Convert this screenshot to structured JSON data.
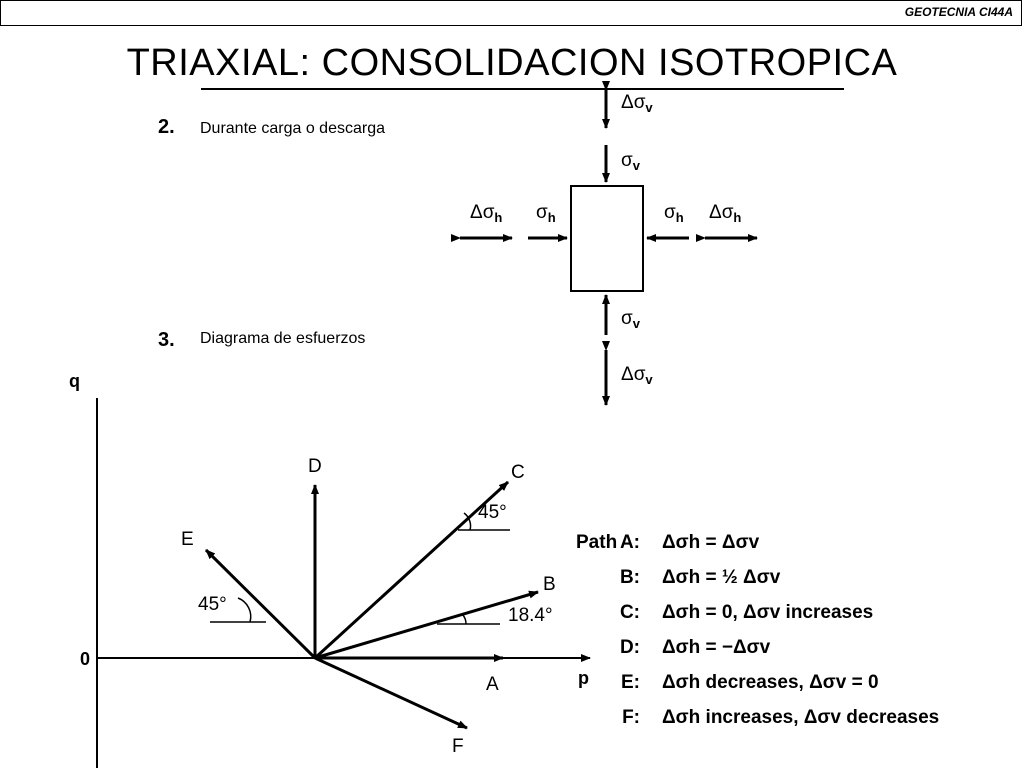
{
  "header": {
    "course": "GEOTECNIA CI44A"
  },
  "title": "TRIAXIAL: CONSOLIDACION ISOTROPICA",
  "items": [
    {
      "number": "2.",
      "text": "Durante carga o descarga"
    },
    {
      "number": "3.",
      "text": "Diagrama de esfuerzos"
    }
  ],
  "specimen": {
    "delta_sigma_v": "Δσ",
    "sigma_v": "σ",
    "delta_sigma_h": "Δσ",
    "sigma_h": "σ",
    "sub_v": "v",
    "sub_h": "h"
  },
  "stress_diagram": {
    "q_axis_label": "q",
    "p_axis_label": "p",
    "origin_label": "0",
    "path_labels": [
      "A",
      "B",
      "C",
      "D",
      "E",
      "F"
    ],
    "angle_c": "45°",
    "angle_e": "45°",
    "angle_b": "18.4°"
  },
  "legend": {
    "prefix": "Path",
    "rows": [
      {
        "letter": "A:",
        "expr": "Δσh = Δσv"
      },
      {
        "letter": "B:",
        "expr": "Δσh = ½ Δσv"
      },
      {
        "letter": "C:",
        "expr": "Δσh = 0, Δσv increases"
      },
      {
        "letter": "D:",
        "expr": "Δσh = −Δσv"
      },
      {
        "letter": "E:",
        "expr": "Δσh decreases, Δσv = 0"
      },
      {
        "letter": "F:",
        "expr": "Δσh increases, Δσv decreases"
      }
    ]
  },
  "colors": {
    "ink": "#000000",
    "background": "#ffffff"
  }
}
